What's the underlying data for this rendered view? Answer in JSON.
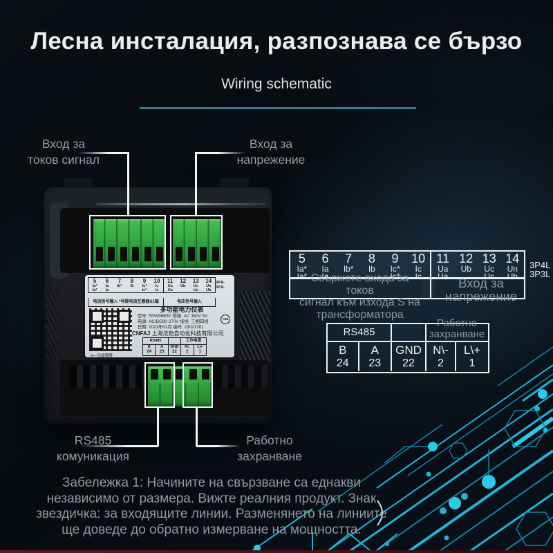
{
  "page": {
    "title": "Лесна инсталация, разпознава се бързо",
    "subtitle": "Wiring schematic",
    "note": "Забележка 1: Начините на свързване са еднакви\nнезависимо от размера. Вижте реалния продукт. Знак\nзвездичка: за входящите линии. Разменянето на линиите\nще доведе до обратно измерване на мощността."
  },
  "callouts": {
    "current": "Вход за\nтоков сигнал",
    "voltage": "Вход за\nнапрежение",
    "rs485": "RS485\nкомуникация",
    "power": "Работно\nзахранване"
  },
  "terminal_table": {
    "columns": [
      {
        "n": "5",
        "r1": "Ia*",
        "r2": "Ia*"
      },
      {
        "n": "6",
        "r1": "Ia",
        "r2": "Ia"
      },
      {
        "n": "7",
        "r1": "Ib*",
        "r2": ""
      },
      {
        "n": "8",
        "r1": "Ib",
        "r2": ""
      },
      {
        "n": "9",
        "r1": "Ic*",
        "r2": "Ic*"
      },
      {
        "n": "10",
        "r1": "Ic",
        "r2": "Ic"
      },
      {
        "n": "11",
        "r1": "Ua",
        "r2": "Ua"
      },
      {
        "n": "12",
        "r1": "Ub",
        "r2": ""
      },
      {
        "n": "13",
        "r1": "Uc",
        "r2": "Uc"
      },
      {
        "n": "14",
        "r1": "Un",
        "r2": "Ub"
      }
    ],
    "wiring_3p4l": "3P4L",
    "wiring_3p3l": "3P3L",
    "current_overlay": "Свържете входа за токов\nсигнал към изхода S на\nтрансформатора",
    "voltage_overlay": "Вход за\nнапрежение"
  },
  "power_table": {
    "header_rs485": "RS485",
    "header_power_overlay": "Работно\nзахранване",
    "header_power_cn": "工作电源",
    "cells": [
      {
        "t": "B",
        "n": "24"
      },
      {
        "t": "A",
        "n": "23"
      },
      {
        "t": "GND",
        "n": "22"
      },
      {
        "t": "N\\-",
        "n": "2"
      },
      {
        "t": "L\\+",
        "n": "1"
      }
    ]
  },
  "sticker": {
    "current_caption": "电流信号输入 *号接电流互感器S1端",
    "voltage_caption": "电压信号输入",
    "product_name": "多功能电力仪表",
    "model_line": "型号: FPW96E5Y    规格: AC 380V 5A",
    "power_line": "电源: AC/DC80-270V   接线: 三相四线",
    "date_line": "日期: 2023年02月   编号: 23021781",
    "brand": "CNFAJ",
    "company": "上海法勃自动化科技有限公司",
    "qr_caption": "G—位级铭牌",
    "cert_mark": "C58"
  },
  "colors": {
    "accent_underline": "#2f7f96",
    "circuit_cyan": "#27b7da",
    "terminal_green": "#2fa13c",
    "callout_white": "#f3f6f7"
  }
}
